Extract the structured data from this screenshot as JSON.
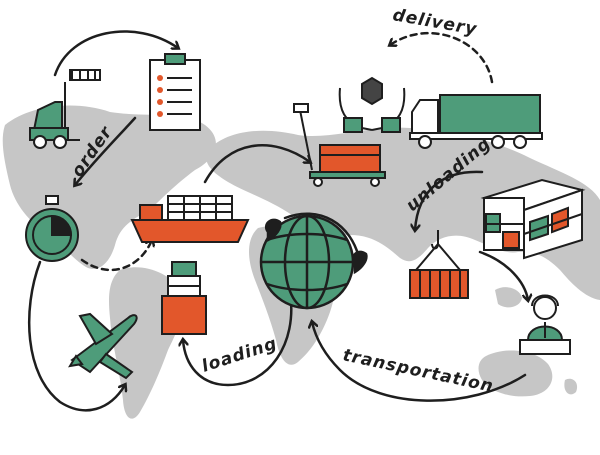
{
  "labels": {
    "order": "order",
    "delivery": "delivery",
    "unloading": "unloading",
    "loading": "loading",
    "transportation": "transportation"
  },
  "icons": [
    "forklift-icon",
    "clipboard-checklist-icon",
    "hands-box-icon",
    "truck-icon",
    "pallet-jack-icon",
    "stopwatch-icon",
    "cargo-ship-icon",
    "globe-icon",
    "container-stack-icon",
    "crane-container-icon",
    "airplane-icon",
    "cargo-boxes-icon",
    "operator-headset-icon"
  ],
  "colors": {
    "map": "#c6c6c6",
    "green": "#4e9c7a",
    "orange": "#e2572b",
    "ink": "#1e1e1e"
  }
}
